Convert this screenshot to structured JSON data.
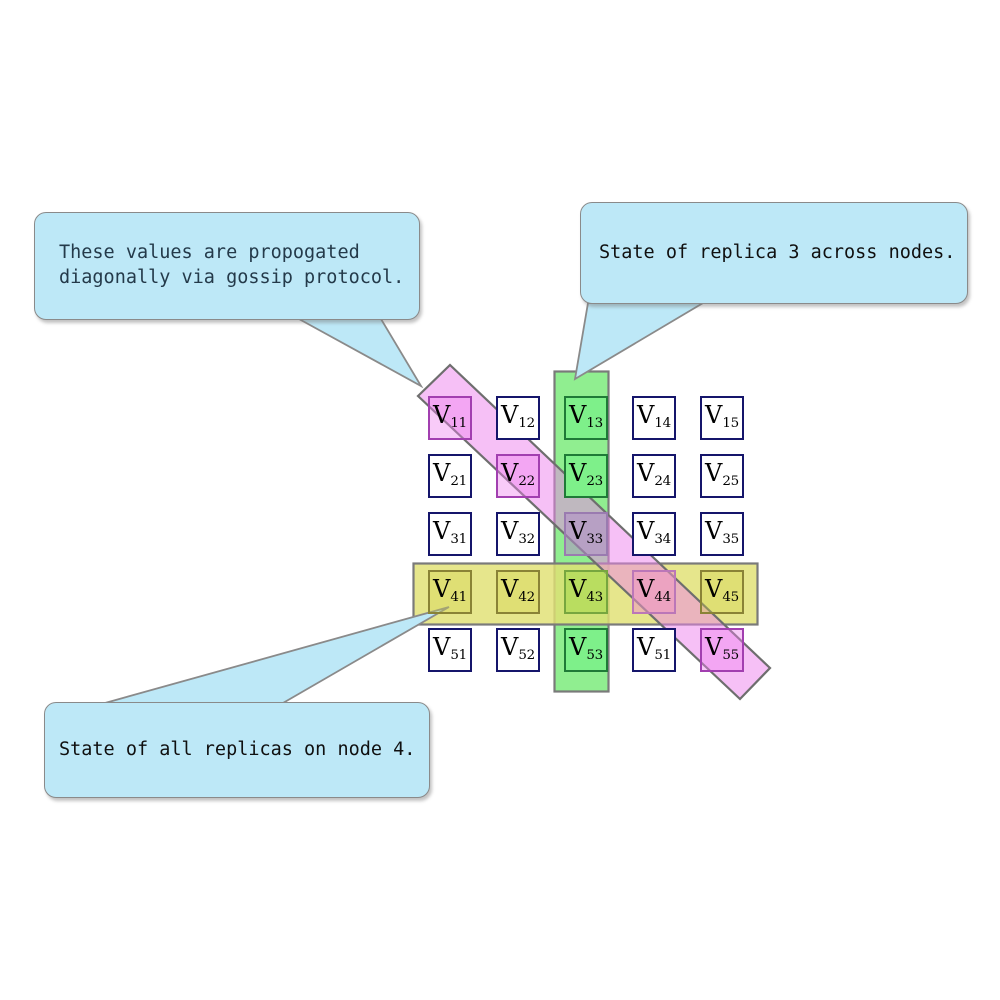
{
  "diagram": {
    "title": "Replica state grid with gossip propagation",
    "background": "#ffffff"
  },
  "callouts": [
    {
      "id": "gossip",
      "name": "callout-gossip",
      "text": "These values are propogated\ndiagonally via gossip protocol.",
      "fill": "#bde8f7",
      "border": "#8a8a8a",
      "text_color": "#243a4a"
    },
    {
      "id": "replica3",
      "name": "callout-replica3",
      "text": "State of replica 3 across nodes.",
      "fill": "#bde8f7",
      "border": "#8a8a8a",
      "text_color": "#101010"
    },
    {
      "id": "node4",
      "name": "callout-node4",
      "text": "State of all replicas on node 4.",
      "fill": "#bde8f7",
      "border": "#8a8a8a",
      "text_color": "#101010"
    }
  ],
  "highlights": {
    "column_band": {
      "label": "replica-3-column",
      "fill": "#90ee90",
      "border": "#7a7a7a"
    },
    "row_band": {
      "label": "node-4-row",
      "fill": "#e1e173",
      "border": "#7a7a7a"
    },
    "diagonal_band": {
      "label": "gossip-diagonal",
      "fill": "#ee82ee",
      "border": "#6e6e6e"
    }
  },
  "grid": {
    "rows": 5,
    "cols": 5,
    "cells": [
      [
        {
          "v": "V",
          "sub": "11",
          "style": "magenta"
        },
        {
          "v": "V",
          "sub": "12",
          "style": "plain"
        },
        {
          "v": "V",
          "sub": "13",
          "style": "green"
        },
        {
          "v": "V",
          "sub": "14",
          "style": "plain"
        },
        {
          "v": "V",
          "sub": "15",
          "style": "plain"
        }
      ],
      [
        {
          "v": "V",
          "sub": "21",
          "style": "plain"
        },
        {
          "v": "V",
          "sub": "22",
          "style": "magenta"
        },
        {
          "v": "V",
          "sub": "23",
          "style": "green"
        },
        {
          "v": "V",
          "sub": "24",
          "style": "plain"
        },
        {
          "v": "V",
          "sub": "25",
          "style": "plain"
        }
      ],
      [
        {
          "v": "V",
          "sub": "31",
          "style": "plain"
        },
        {
          "v": "V",
          "sub": "32",
          "style": "plain"
        },
        {
          "v": "V",
          "sub": "33",
          "style": "purple"
        },
        {
          "v": "V",
          "sub": "34",
          "style": "plain"
        },
        {
          "v": "V",
          "sub": "35",
          "style": "plain"
        }
      ],
      [
        {
          "v": "V",
          "sub": "41",
          "style": "yellow"
        },
        {
          "v": "V",
          "sub": "42",
          "style": "yellow"
        },
        {
          "v": "V",
          "sub": "43",
          "style": "olive"
        },
        {
          "v": "V",
          "sub": "44",
          "style": "salmon"
        },
        {
          "v": "V",
          "sub": "45",
          "style": "yellow"
        }
      ],
      [
        {
          "v": "V",
          "sub": "51",
          "style": "plain"
        },
        {
          "v": "V",
          "sub": "52",
          "style": "plain"
        },
        {
          "v": "V",
          "sub": "53",
          "style": "green"
        },
        {
          "v": "V",
          "sub": "51",
          "style": "plain"
        },
        {
          "v": "V",
          "sub": "55",
          "style": "magenta"
        }
      ]
    ]
  }
}
